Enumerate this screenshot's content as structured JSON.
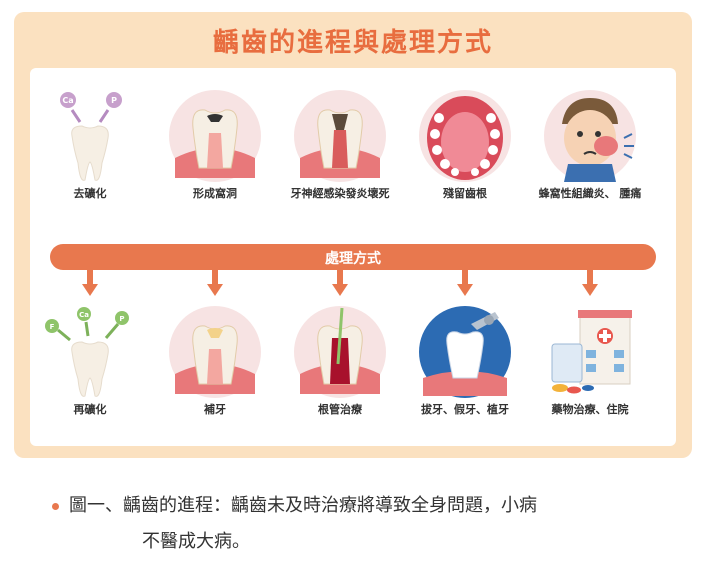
{
  "title": "齲齒的進程與處理方式",
  "process_labels": [
    "去礦化",
    "形成窩洞",
    "牙神經感染發炎壞死",
    "殘留齒根",
    "蜂窩性組織炎、 腫痛"
  ],
  "bar_label": "處理方式",
  "treatment_labels": [
    "再礦化",
    "補牙",
    "根管治療",
    "拔牙、假牙、植牙",
    "藥物治療、住院"
  ],
  "ion_labels": {
    "ca": "Ca",
    "p": "P",
    "f": "F"
  },
  "caption_line1": "圖一、齲齒的進程：齲齒未及時治療將導致全身問題，小病",
  "caption_line2": "不醫成大病。",
  "colors": {
    "accent": "#e8784e",
    "panel": "#fbe1c0",
    "gum": "#e8787a",
    "tooth": "#f6efe4",
    "bubble": "#f7e3e3"
  }
}
